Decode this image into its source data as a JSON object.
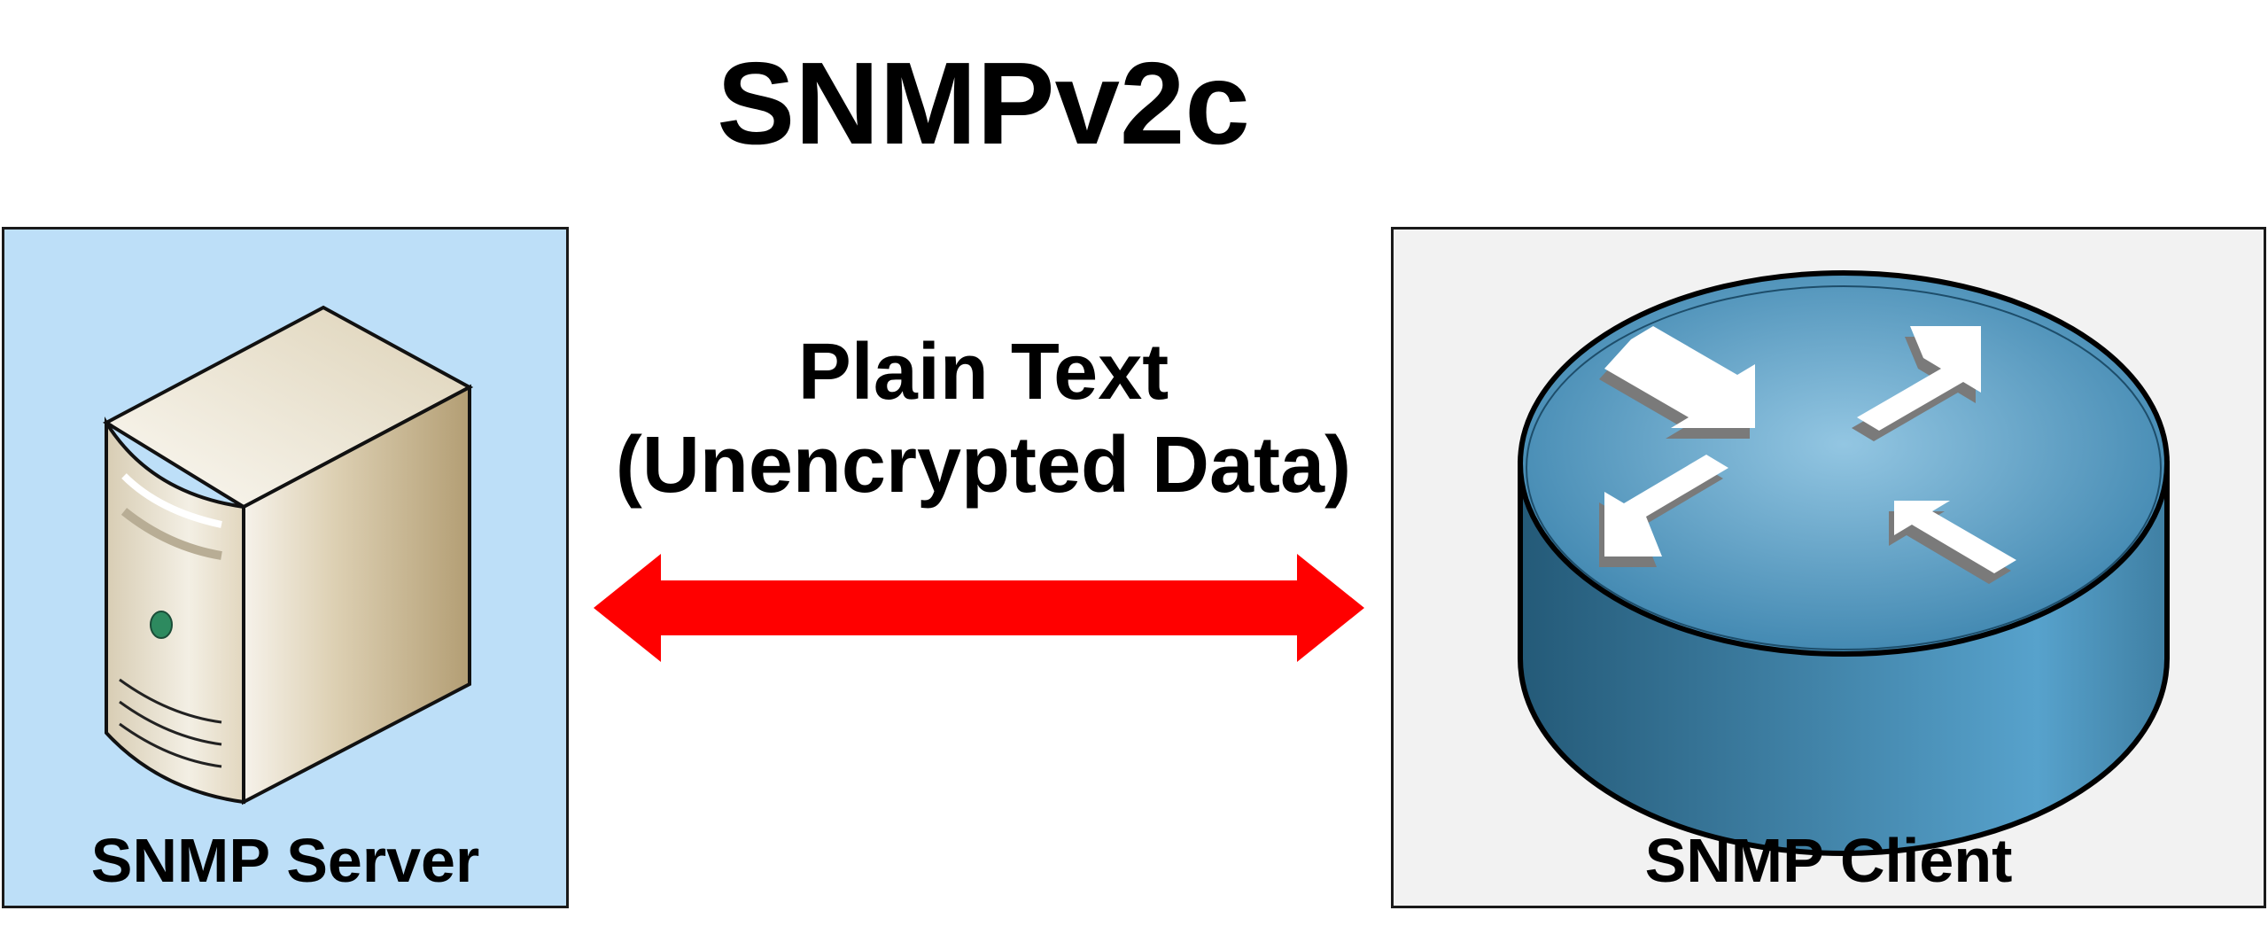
{
  "title": "SNMPv2c",
  "link": {
    "line1": "Plain Text",
    "line2": "(Unencrypted Data)",
    "arrow_color": "#ff0000"
  },
  "server": {
    "label": "SNMP Server",
    "icon": "server-tower-icon",
    "bg": "#bddff8"
  },
  "client": {
    "label": "SNMP Client",
    "icon": "router-icon",
    "bg": "#f2f2f2"
  }
}
